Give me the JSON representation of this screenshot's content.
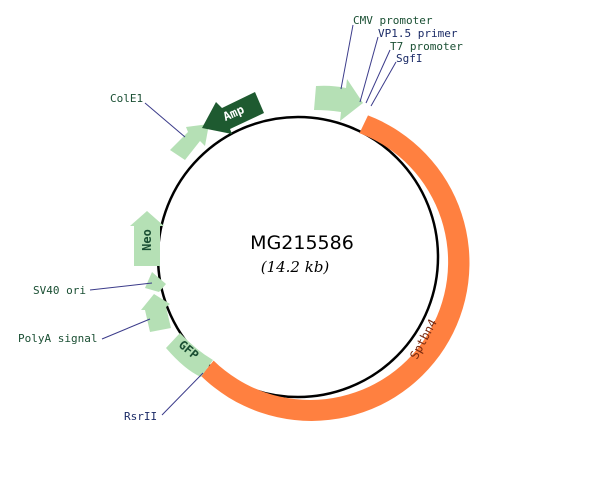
{
  "plasmid": {
    "name": "MG215586",
    "size": "(14.2 kb)"
  },
  "features": {
    "sptbn4": "Sptbn4",
    "amp": "Amp",
    "neo": "Neo",
    "gfp": "GFP"
  },
  "annotations": {
    "cmv_promoter": "CMV promoter",
    "vp15_primer": "VP1.5 primer",
    "t7_promoter": "T7 promoter",
    "sgfi": "SgfI",
    "cole1": "ColE1",
    "sv40_ori": "SV40 ori",
    "polya_signal": "PolyA signal",
    "rsrii": "RsrII"
  },
  "colors": {
    "backbone": "#000000",
    "orf": "#ff8040",
    "feature_light": "#b5e0b5",
    "amp": "#1e5a30",
    "label_green": "#1a4f33",
    "label_navy": "#1a2a66",
    "leader": "#3b3b8a"
  }
}
